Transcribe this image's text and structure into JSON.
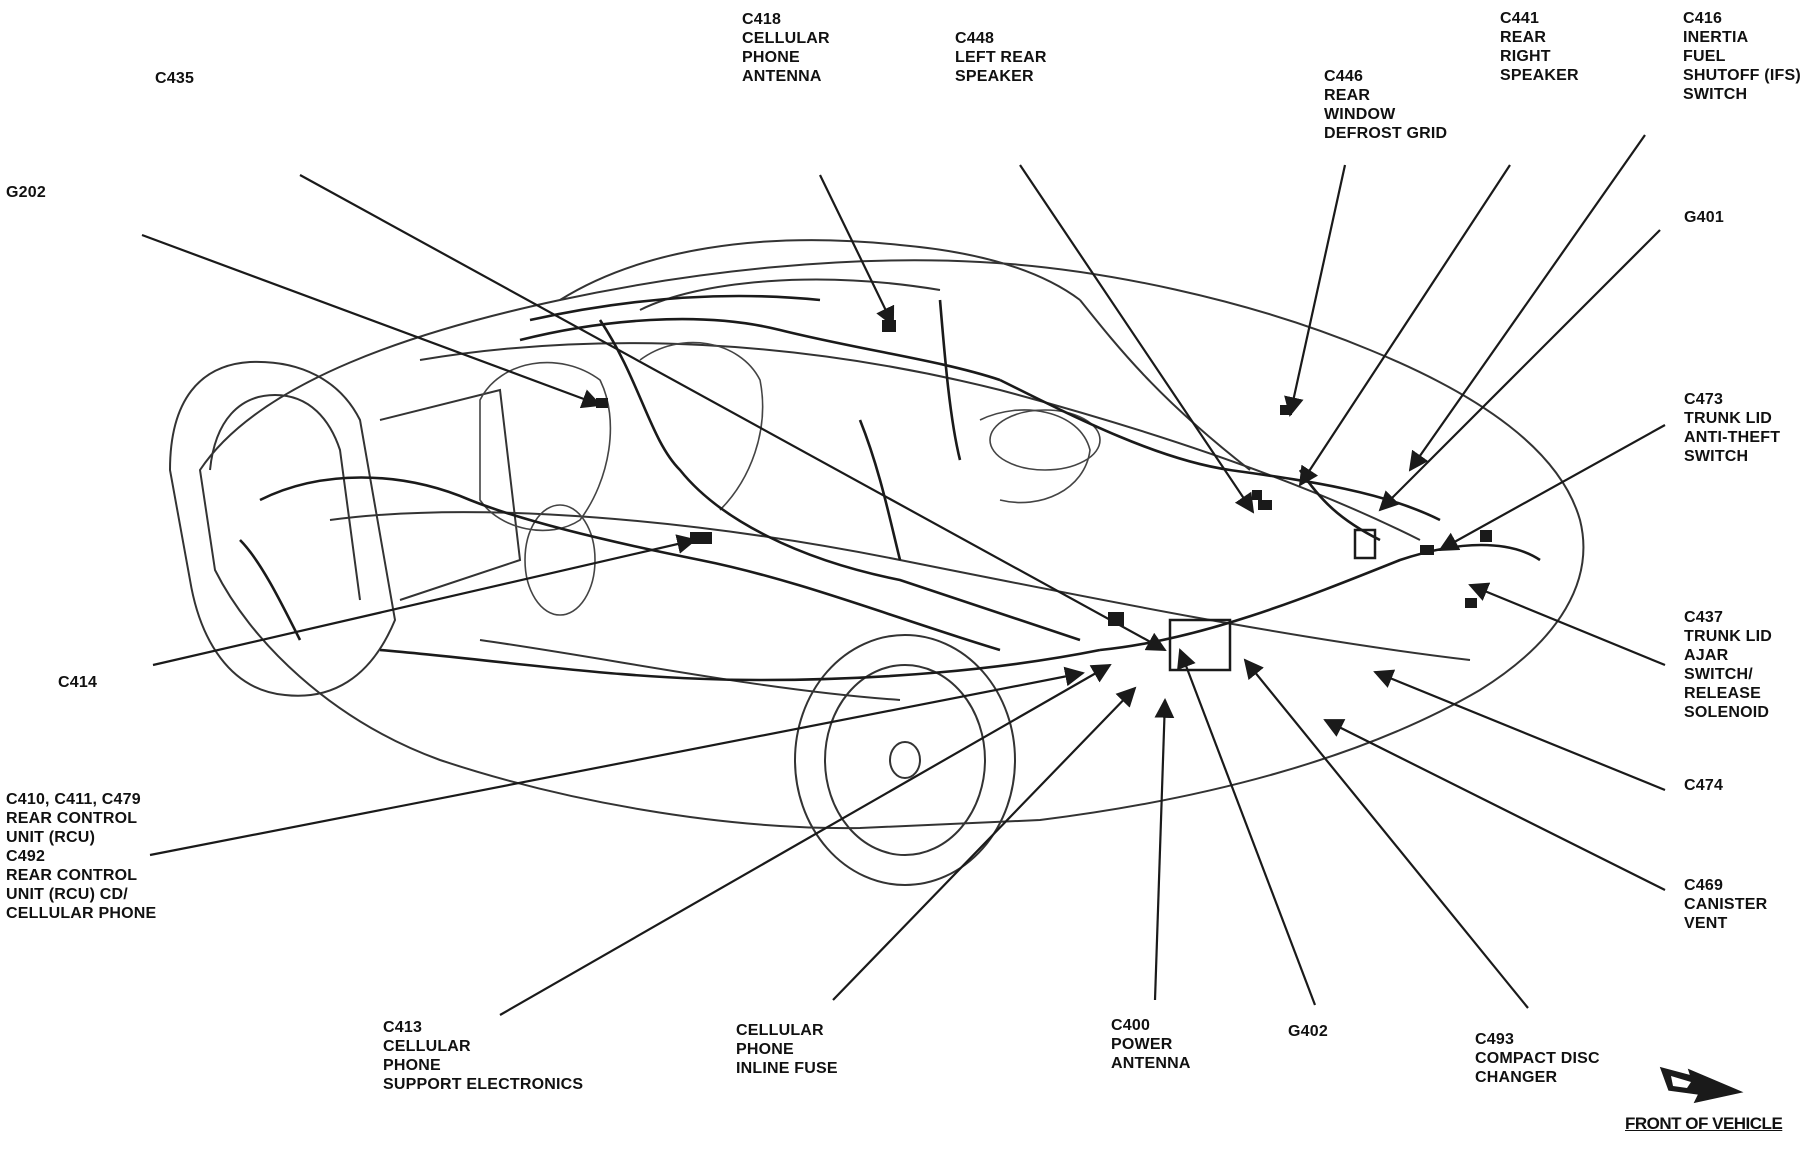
{
  "colors": {
    "line": "#1a1a1a",
    "text": "#111111",
    "background": "#ffffff"
  },
  "labels": {
    "c435": [
      "C435"
    ],
    "g202": [
      "G202"
    ],
    "c418": [
      "C418",
      "CELLULAR",
      "PHONE",
      "ANTENNA"
    ],
    "c448": [
      "C448",
      "LEFT REAR",
      "SPEAKER"
    ],
    "c446": [
      "C446",
      "REAR",
      "WINDOW",
      "DEFROST GRID"
    ],
    "c441": [
      "C441",
      "REAR",
      "RIGHT",
      "SPEAKER"
    ],
    "c416": [
      "C416",
      "INERTIA",
      "FUEL",
      "SHUTOFF (IFS)",
      "SWITCH"
    ],
    "g401": [
      "G401"
    ],
    "c473": [
      "C473",
      "TRUNK LID",
      "ANTI-THEFT",
      "SWITCH"
    ],
    "c437": [
      "C437",
      "TRUNK LID",
      "AJAR",
      "SWITCH/",
      "RELEASE",
      "SOLENOID"
    ],
    "c474": [
      "C474"
    ],
    "c469": [
      "C469",
      "CANISTER",
      "VENT"
    ],
    "c414": [
      "C414"
    ],
    "c410": [
      "C410, C411, C479",
      "REAR CONTROL",
      "UNIT (RCU)",
      "C492",
      "REAR CONTROL",
      "UNIT (RCU) CD/",
      "CELLULAR PHONE"
    ],
    "c413": [
      "C413",
      "CELLULAR",
      "PHONE",
      "SUPPORT ELECTRONICS"
    ],
    "cell_fuse": [
      "CELLULAR",
      "PHONE",
      "INLINE FUSE"
    ],
    "c400": [
      "C400",
      "POWER",
      "ANTENNA"
    ],
    "g402": [
      "G402"
    ],
    "c493": [
      "C493",
      "COMPACT DISC",
      "CHANGER"
    ]
  },
  "front_of_vehicle": {
    "label": "FRONT OF VEHICLE",
    "icon": "front-arrow-icon"
  }
}
